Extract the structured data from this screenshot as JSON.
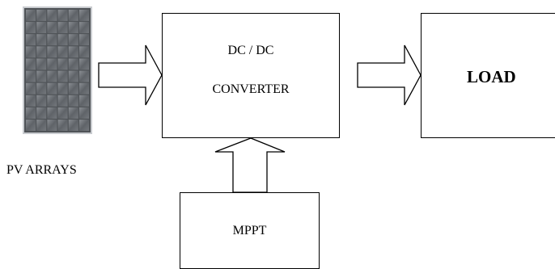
{
  "blocks": {
    "converter": {
      "line1": "DC / DC",
      "line2": "CONVERTER"
    },
    "load": {
      "label": "LOAD"
    },
    "mppt": {
      "label": "MPPT"
    },
    "pv": {
      "label": "PV ARRAYS"
    }
  },
  "icons": {
    "pv": "solar-panel-icon"
  },
  "connections": [
    {
      "from": "PV ARRAYS",
      "to": "DC / DC CONVERTER"
    },
    {
      "from": "DC / DC CONVERTER",
      "to": "LOAD"
    },
    {
      "from": "MPPT",
      "to": "DC / DC CONVERTER"
    }
  ],
  "colors": {
    "line": "#000000",
    "background": "#ffffff",
    "panel_frame": "#c9ccd0",
    "panel_cell": "#5f6368",
    "panel_cell_light": "#8a8e93"
  }
}
